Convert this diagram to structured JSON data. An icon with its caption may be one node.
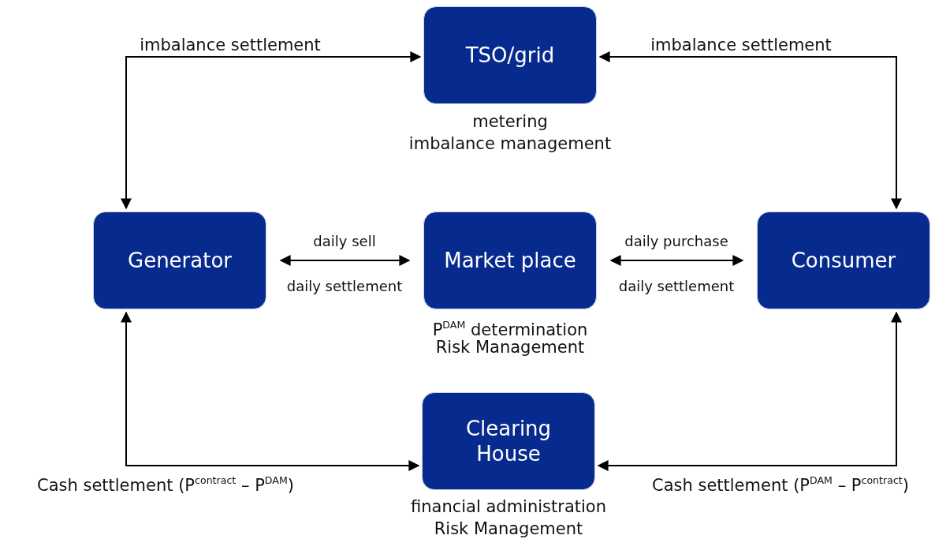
{
  "diagram": {
    "nodes": [
      {
        "text": [
          "TSO/grid"
        ],
        "beside": [
          "metering",
          "imbalance management"
        ]
      },
      {
        "text": [
          "Generator"
        ]
      },
      {
        "text": [
          "Market place"
        ],
        "beside": [
          "P$^{DAM}$ determination",
          "Risk Management"
        ]
      },
      {
        "text": [
          "Consumer"
        ]
      },
      {
        "text": [
          "Clearing House"
        ],
        "beside": [
          "financial administration",
          "Risk Management"
        ]
      }
    ],
    "edges": [
      {
        "from": 1,
        "to": 0,
        "arrow": "both",
        "label": "imbalance settlement"
      },
      {
        "from": 0,
        "to": 3,
        "arrow": "both",
        "label": "imbalance settlement"
      },
      {
        "from": 1,
        "to": 2,
        "arrow": "both",
        "label": "daily sell"
      },
      {
        "from": 2,
        "to": 3,
        "arrow": "both",
        "label": "daily purchase"
      },
      {
        "from": 1,
        "to": 4,
        "arrow": "both",
        "label": "Cash settlement (P$^{contract}$ –  P$^{DAM}$)"
      },
      {
        "from": 3,
        "to": 4,
        "arrow": "both",
        "label": "Cash settlement (P$^{DAM}$ – P$^{contract}$)"
      }
    ],
    "labels": [
      "daily settlement",
      "daily settlement"
    ]
  }
}
